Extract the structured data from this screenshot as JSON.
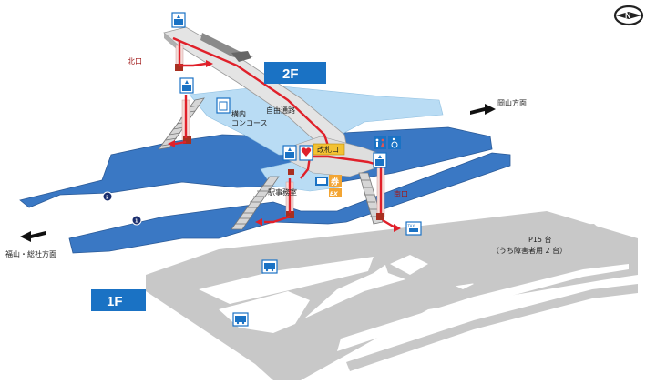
{
  "compass": {
    "label": "N"
  },
  "floors": {
    "upper": "2F",
    "lower": "1F"
  },
  "labels": {
    "north_exit": "北口",
    "south_exit": "南口",
    "free_passage": "自由通路",
    "concourse_line1": "構内",
    "concourse_line2": "コンコース",
    "ticket_gate": "改札口",
    "station_office": "駅事務室",
    "okayama": "岡山方面",
    "fukuyama": "福山・総社方面",
    "parking_line1": "P15 台",
    "parking_line2": "（うち障害者用 2 台）",
    "ticket_sign": "券",
    "ex_sign": "EX",
    "taxi": "TAXI",
    "platform_1": "1",
    "platform_2": "2"
  },
  "icons": {
    "elevator": "elevator-icon",
    "escalator": "escalator-icon",
    "restroom": "restroom-icon",
    "wheelchair": "wheelchair-icon",
    "aed": "aed-icon",
    "coin_locker": "coin-locker-icon",
    "bus": "bus-icon",
    "taxi": "taxi-icon",
    "ticket": "ticket-vending-icon"
  },
  "colors": {
    "platform": "#3a78c4",
    "concourse": "#b9dcf4",
    "road": "#c8c8c8",
    "route": "#e0202a",
    "badge": "#1a72c4"
  }
}
